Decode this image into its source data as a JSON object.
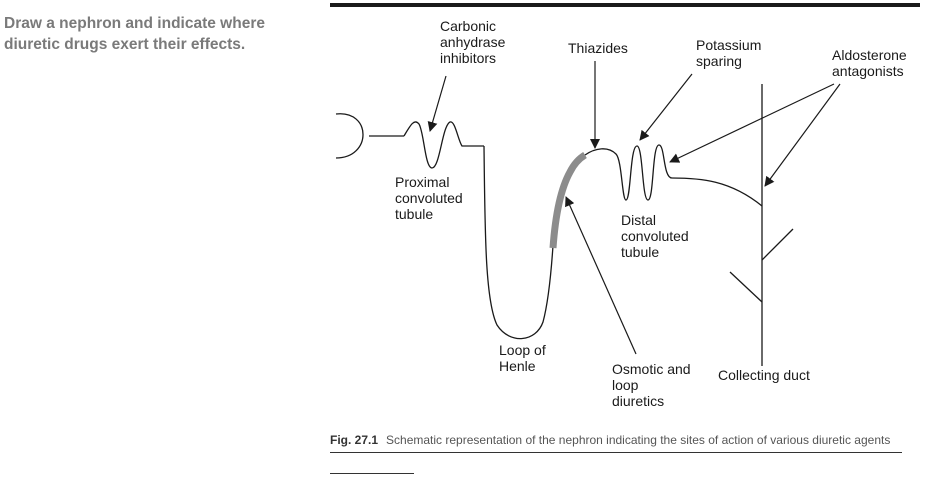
{
  "question": "Draw a nephron and indicate where diuretic drugs exert their effects.",
  "labels": {
    "carbonic": [
      "Carbonic",
      "anhydrase",
      "inhibitors"
    ],
    "thiazides": [
      "Thiazides"
    ],
    "potassium": [
      "Potassium",
      "sparing"
    ],
    "aldosterone": [
      "Aldosterone",
      "antagonists"
    ],
    "pct": [
      "Proximal",
      "convoluted",
      "tubule"
    ],
    "dct": [
      "Distal",
      "convoluted",
      "tubule"
    ],
    "loop_henle": [
      "Loop of",
      "Henle"
    ],
    "osmotic": [
      "Osmotic and",
      "loop",
      "diuretics"
    ],
    "collecting": [
      "Collecting duct"
    ]
  },
  "caption": {
    "fig_number": "Fig. 27.1",
    "text": "Schematic representation of the nephron indicating the sites of action of various diuretic agents"
  },
  "colors": {
    "line": "#1a1a1a",
    "thick_segment": "#8c8c8c",
    "question_text": "#7a7a7a"
  }
}
